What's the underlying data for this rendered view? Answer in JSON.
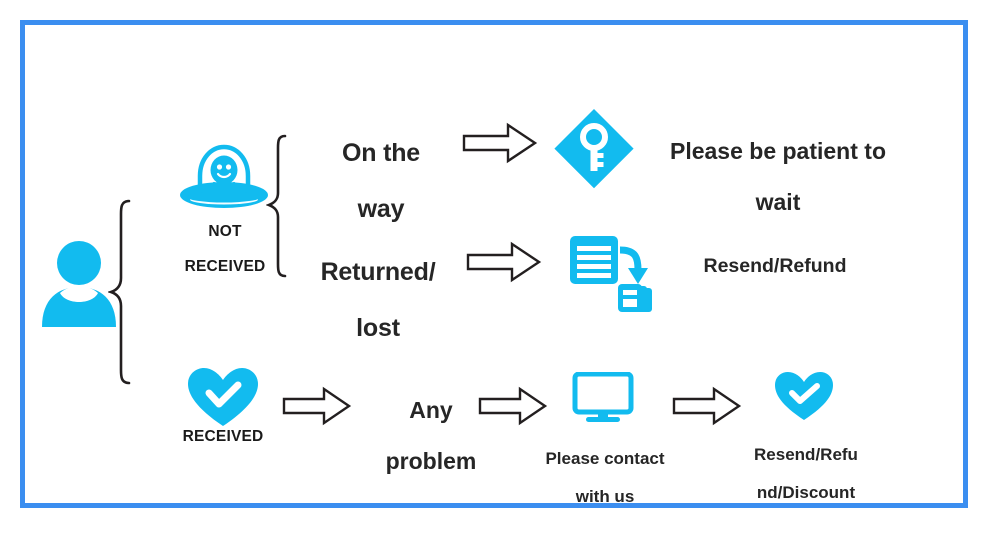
{
  "diagram": {
    "title": "Order status customer service flow",
    "frame_color": "#3b8ef0",
    "accent_color": "#12bbef",
    "text_color": "#262626"
  },
  "customer": {
    "icon": "person-icon",
    "label": ""
  },
  "branches": [
    {
      "id": "not-received",
      "icon": "ufo-alien-icon",
      "label": "NOT\nRECEIVED",
      "label_line1": "NOT",
      "label_line2": "RECEIVED"
    },
    {
      "id": "received",
      "icon": "heart-check-icon",
      "label": "RECEIVED"
    }
  ],
  "not_received_cases": [
    {
      "id": "on-the-way",
      "condition": "On the\nway",
      "condition_line1": "On the",
      "condition_line2": "way",
      "arrow": "arrow-right-icon",
      "result_icon": "key-diamond-icon",
      "result": "Please be patient to\nwait",
      "result_line1": "Please be patient to",
      "result_line2": "wait"
    },
    {
      "id": "returned-lost",
      "condition": "Returned/\nlost",
      "condition_line1": "Returned/",
      "condition_line2": "lost",
      "arrow": "arrow-right-icon",
      "result_icon": "document-copy-icon",
      "result": "Resend/Refund"
    }
  ],
  "received_flow": {
    "arrow1": "arrow-right-icon",
    "condition": "Any\nproblem",
    "condition_line1": "Any",
    "condition_line2": "problem",
    "arrow2": "arrow-right-icon",
    "step_icon": "monitor-icon",
    "step_text": "Please contact\nwith us",
    "step_text_line1": "Please contact",
    "step_text_line2": "with us",
    "arrow3": "arrow-right-icon",
    "result_icon": "heart-check-icon",
    "result": "Resend/Refu\nnd/Discount",
    "result_line1": "Resend/Refu",
    "result_line2": "nd/Discount"
  }
}
